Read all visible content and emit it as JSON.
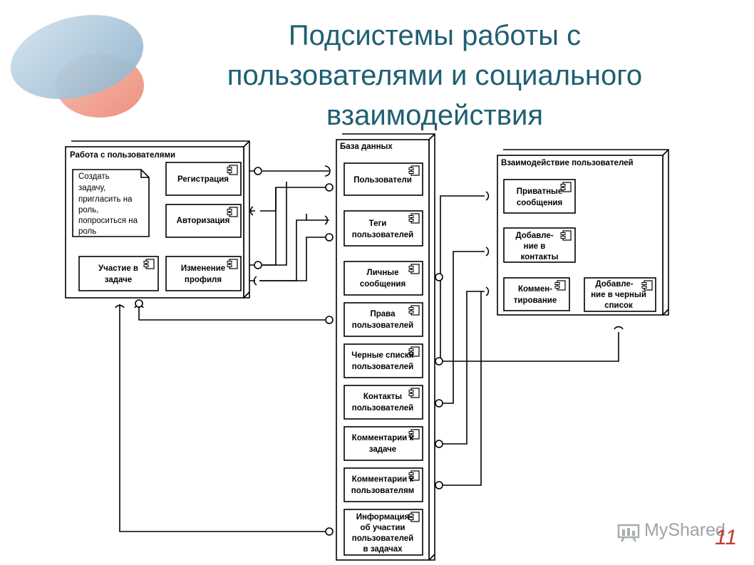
{
  "slide": {
    "title_lines": [
      "Подсистемы работы с",
      "пользователями и социального",
      "взаимодействия"
    ],
    "page_number": "11",
    "watermark": "MyShared"
  },
  "packages": {
    "users": {
      "title": "Работа с пользователями",
      "note_lines": [
        "Создать",
        "задачу,",
        "пригласить на",
        "роль,",
        "попроситься на",
        "роль"
      ],
      "components": {
        "registration": [
          "Регистрация"
        ],
        "authorization": [
          "Авторизация"
        ],
        "profile": [
          "Изменение",
          "профиля"
        ],
        "task": [
          "Участие в",
          "задаче"
        ]
      }
    },
    "database": {
      "title": "База данных",
      "components": {
        "users": [
          "Пользователи"
        ],
        "tags": [
          "Теги",
          "пользователей"
        ],
        "messages": [
          "Личные",
          "сообщения"
        ],
        "rights": [
          "Права",
          "пользователей"
        ],
        "blacklists": [
          "Черные списки",
          "пользователей"
        ],
        "contacts": [
          "Контакты",
          "пользователей"
        ],
        "task_comments": [
          "Комментарии к",
          "задаче"
        ],
        "user_comments": [
          "Комментарии к",
          "пользователям"
        ],
        "participation": [
          "Информация",
          "об участии",
          "пользователей",
          "в задачах"
        ]
      }
    },
    "social": {
      "title": "Взаимодействие пользователей",
      "components": {
        "private": [
          "Приватные",
          "сообщения"
        ],
        "add_contacts": [
          "Добавле-",
          "ние в",
          "контакты"
        ],
        "commenting": [
          "Коммен-",
          "тирование"
        ],
        "add_blacklist": [
          "Добавле-",
          "ние в черный",
          "список"
        ]
      }
    }
  }
}
